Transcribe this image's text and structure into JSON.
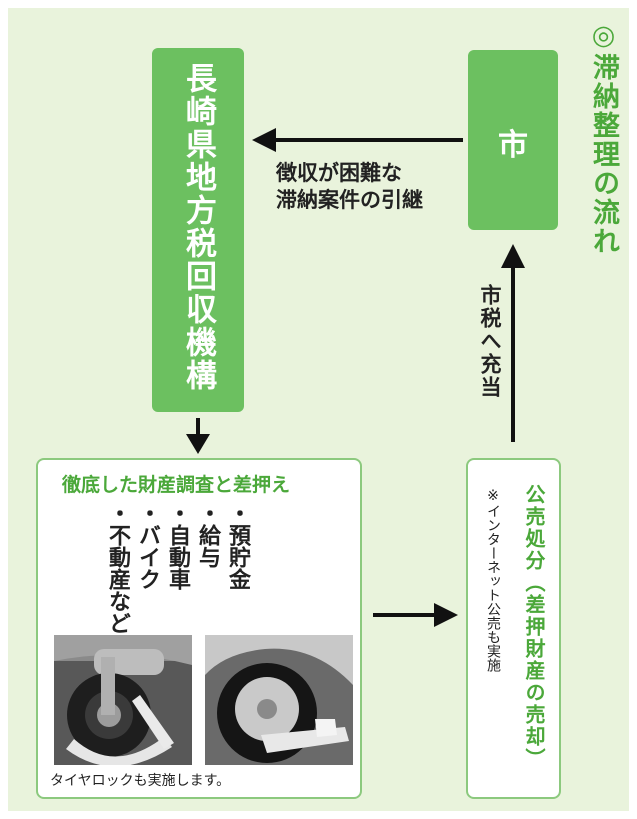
{
  "title": "◎滞納整理の流れ",
  "org_box": {
    "label": "長崎県地方税回収機構"
  },
  "city_box": {
    "label": "市"
  },
  "transfer_label": {
    "line1": "徴収が困難な",
    "line2": "滞納案件の引継"
  },
  "tax_label": "市税へ充当",
  "investigation": {
    "heading": "徹底した財産調査と差押え",
    "items": [
      "・預貯金",
      "・給与",
      "・自動車",
      "・バイク",
      "・不動産など"
    ],
    "caption": "タイヤロックも実施します。",
    "photos": [
      "motorcycle-tire-lock-photo",
      "car-tire-lock-photo"
    ]
  },
  "sale": {
    "title": "公売処分（差押財産の売却）",
    "note": "※インターネット公売も実施"
  },
  "colors": {
    "background": "#e9f3dc",
    "box_green": "#6cc060",
    "accent_green": "#4ba83a",
    "arrow": "#111111"
  }
}
